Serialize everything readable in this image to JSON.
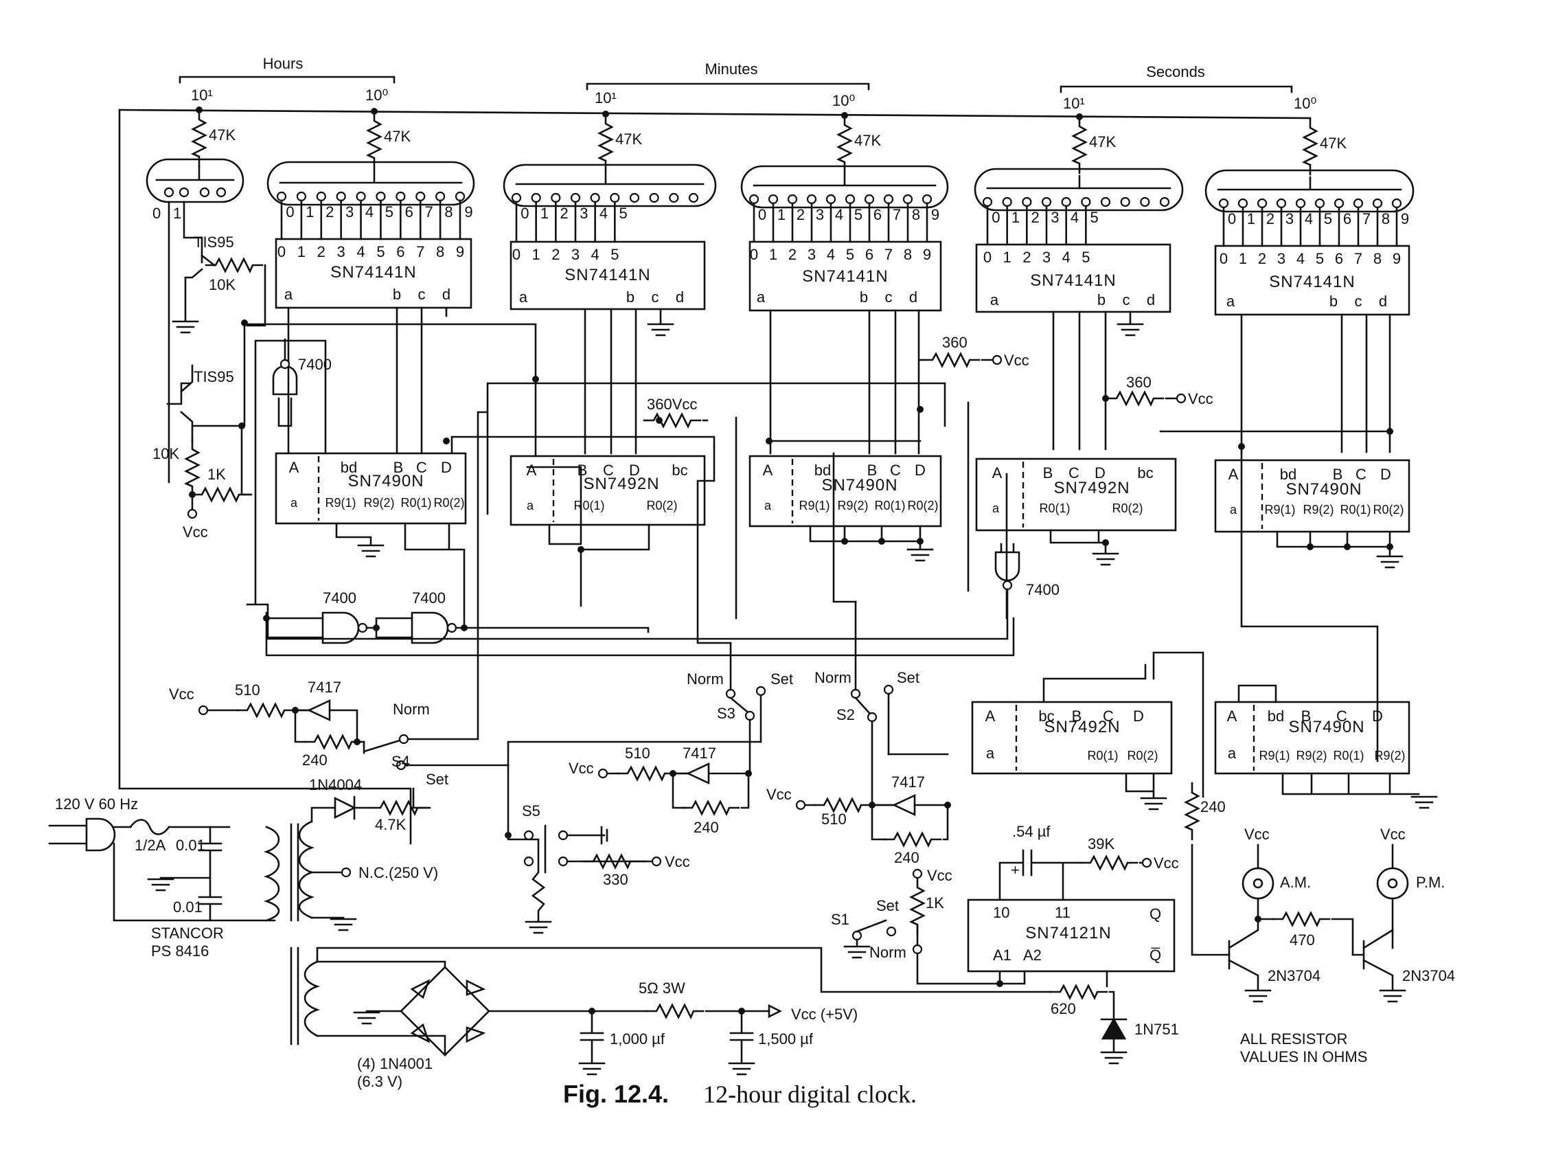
{
  "groups": [
    "Hours",
    "Minutes",
    "Seconds"
  ],
  "digit_weights": [
    "10¹",
    "10⁰"
  ],
  "resistors": {
    "pullup": "47K",
    "base": "10K",
    "r1k": "1K",
    "r360": "360",
    "r510": "510",
    "r240": "240",
    "r330": "330",
    "r39k": "39K",
    "r470": "470",
    "r620": "620",
    "r4k7": "4.7K",
    "r5ohm": "5Ω 3W"
  },
  "chips": {
    "decoder": "SN74141N",
    "counter10": "SN7490N",
    "counter6": "SN7492N",
    "nand": "7400",
    "buffer": "7417",
    "oneshot": "SN74121N"
  },
  "pins": {
    "d10": [
      "0",
      "1",
      "2",
      "3",
      "4",
      "5",
      "6",
      "7",
      "8",
      "9"
    ],
    "d6": [
      "0",
      "1",
      "2",
      "3",
      "4",
      "5"
    ],
    "abcd": [
      "a",
      "b",
      "c",
      "d"
    ],
    "c90_top": [
      "A",
      "bd",
      "B",
      "C",
      "D"
    ],
    "c92_top": [
      "A",
      "B",
      "C",
      "D",
      "bc"
    ],
    "c90_bottom": [
      "a",
      "R9(1)",
      "R9(2)",
      "R0(1)",
      "R0(2)"
    ],
    "c92_bottom": [
      "a",
      "R0(1)",
      "R0(2)"
    ],
    "c92_low_top": [
      "A",
      "bc",
      "B",
      "C",
      "D"
    ],
    "c90_low_bottom": [
      "R9(1)",
      "R9(2)",
      "R0(1)",
      "R9(2)"
    ],
    "hour_tube": [
      "0",
      "1"
    ],
    "ic121": [
      "10",
      "11",
      "Q",
      "A1",
      "A2",
      "Q̅"
    ]
  },
  "labels": {
    "vcc": "Vcc",
    "vcc5": "Vcc (+5V)",
    "v360": "360Vcc",
    "tis95": "TIS95",
    "norm": "Norm",
    "set": "Set",
    "s1": "S1",
    "s2": "S2",
    "s3": "S3",
    "s4": "S4",
    "s5": "S5",
    "mains": "120 V  60 Hz",
    "fuse": "1/2A",
    "c001": "0.01",
    "transformer": "STANCOR",
    "transformer_model": "PS 8416",
    "diode1": "1N4004",
    "nc": "N.C.(250 V)",
    "bridge": "(4) 1N4001",
    "bridge_v": "(6.3 V)",
    "c1000": "1,000 µf",
    "c1500": "1,500 µf",
    "c054": ".54 µf",
    "zener": "1N751",
    "transistor": "2N3704",
    "am": "A.M.",
    "pm": "P.M.",
    "note1": "ALL RESISTOR",
    "note2": "VALUES IN OHMS"
  },
  "caption": {
    "fig": "Fig. 12.4.",
    "title": "12-hour digital clock."
  }
}
